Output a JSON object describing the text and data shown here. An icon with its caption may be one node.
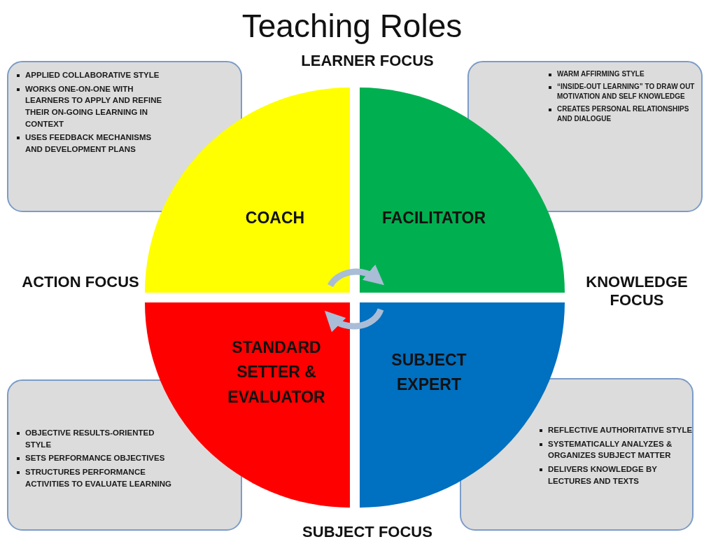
{
  "diagram": {
    "title": "Teaching Roles",
    "nodes": [
      {
        "text": [
          "APPLIED COLLABORATIVE STYLE",
          "WORKS ONE-ON-ONE WITH LEARNERS TO APPLY AND REFINE THEIR ON-GOING LEARNING IN CONTEXT",
          "USES FEEDBACK MECHANISMS AND DEVELOPMENT PLANS"
        ]
      },
      {
        "text": [
          "WARM AFFIRMING STYLE",
          "“INSIDE-OUT LEARNING” TO DRAW OUT MOTIVATION AND SELF KNOWLEDGE",
          "CREATES PERSONAL RELATIONSHIPS AND DIALOGUE"
        ]
      },
      {
        "text": [
          "COACH"
        ]
      },
      {
        "text": [
          "FACILITATOR"
        ]
      },
      {
        "text": [
          "STANDARD SETTER & EVALUATOR"
        ]
      },
      {
        "text": [
          "SUBJECT EXPERT"
        ]
      },
      {
        "text": [
          "OBJECTIVE RESULTS-ORIENTED STYLE",
          "SETS PERFORMANCE OBJECTIVES",
          "STRUCTURES PERFORMANCE ACTIVITIES TO EVALUATE LEARNING"
        ]
      },
      {
        "text": [
          "REFLECTIVE AUTHORITATIVE STYLE",
          "SYSTEMATICALLY ANALYZES & ORGANIZES SUBJECT MATTER",
          "DELIVERS KNOWLEDGE BY LECTURES AND TEXTS"
        ]
      }
    ],
    "edges": [
      {
        "from": 2,
        "to": 3,
        "arrow": "to"
      },
      {
        "from": 5,
        "to": 4,
        "arrow": "to"
      }
    ],
    "labels": [
      "LEARNER FOCUS",
      "ACTION FOCUS",
      "KNOWLEDGE FOCUS",
      "SUBJECT FOCUS"
    ]
  }
}
